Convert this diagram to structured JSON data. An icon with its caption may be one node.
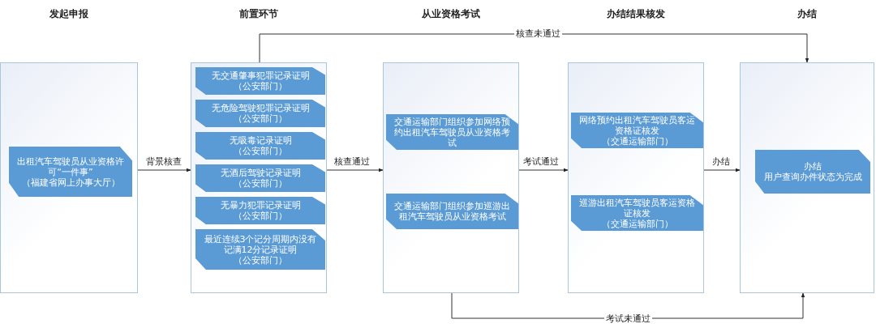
{
  "diagram": {
    "nodes": [
      {
        "text": [],
        "shape": "box"
      },
      {
        "text": [
          "出租汽车驾驶员从业资格许可“一件事”",
          "（福建省网上办事大厅）"
        ],
        "in": 0
      },
      {
        "text": [],
        "shape": "box"
      },
      {
        "text": [
          "无交通肇事犯罪记录证明",
          "（公安部门）"
        ],
        "in": 2
      },
      {
        "text": [
          "无危险驾驶犯罪记录证明",
          "（公安部门）"
        ],
        "in": 2
      },
      {
        "text": [
          "无吸毒记录证明",
          "（公安部门）"
        ],
        "in": 2
      },
      {
        "text": [
          "无酒后驾驶记录证明",
          "（公安部门）"
        ],
        "in": 2
      },
      {
        "text": [
          "无暴力犯罪记录证明",
          "（公安部门）"
        ],
        "in": 2
      },
      {
        "text": [
          "最近连续3个记分周期内没有记满12分记录证明",
          "（公安部门）"
        ],
        "in": 2
      },
      {
        "text": [],
        "shape": "box"
      },
      {
        "text": [
          "交通运输部门组织参加网络预约出租汽车驾驶员从业资格考试"
        ],
        "in": 9
      },
      {
        "text": [
          "交通运输部门组织参加巡游出租汽车驾驶员从业资格考试"
        ],
        "in": 9
      },
      {
        "text": [],
        "shape": "box"
      },
      {
        "text": [
          "网络预约出租汽车驾驶员客运资格证核发",
          "（交通运输部门）"
        ],
        "in": 12
      },
      {
        "text": [
          "巡游出租汽车驾驶员客运资格证核发",
          "（交通运输部门）"
        ],
        "in": 12
      },
      {
        "text": [],
        "shape": "box"
      },
      {
        "text": [
          "办结",
          "用户查询办件状态为完成"
        ],
        "in": 15
      }
    ],
    "edges": [
      {
        "from": 0,
        "to": 2,
        "arrow": "to",
        "label": "背景核查"
      },
      {
        "from": 2,
        "to": 9,
        "arrow": "to",
        "label": "核查通过"
      },
      {
        "from": 9,
        "to": 12,
        "arrow": "to",
        "label": "考试通过"
      },
      {
        "from": 12,
        "to": 15,
        "arrow": "to",
        "label": "办结"
      },
      {
        "from": 2,
        "to": 15,
        "arrow": "to",
        "label": "核查未通过"
      },
      {
        "from": 9,
        "to": 15,
        "arrow": "to",
        "label": "考试未通过"
      }
    ],
    "labels": [
      "发起申报",
      "前置环节",
      "从业资格考试",
      "办结结果核发",
      "办结"
    ]
  }
}
